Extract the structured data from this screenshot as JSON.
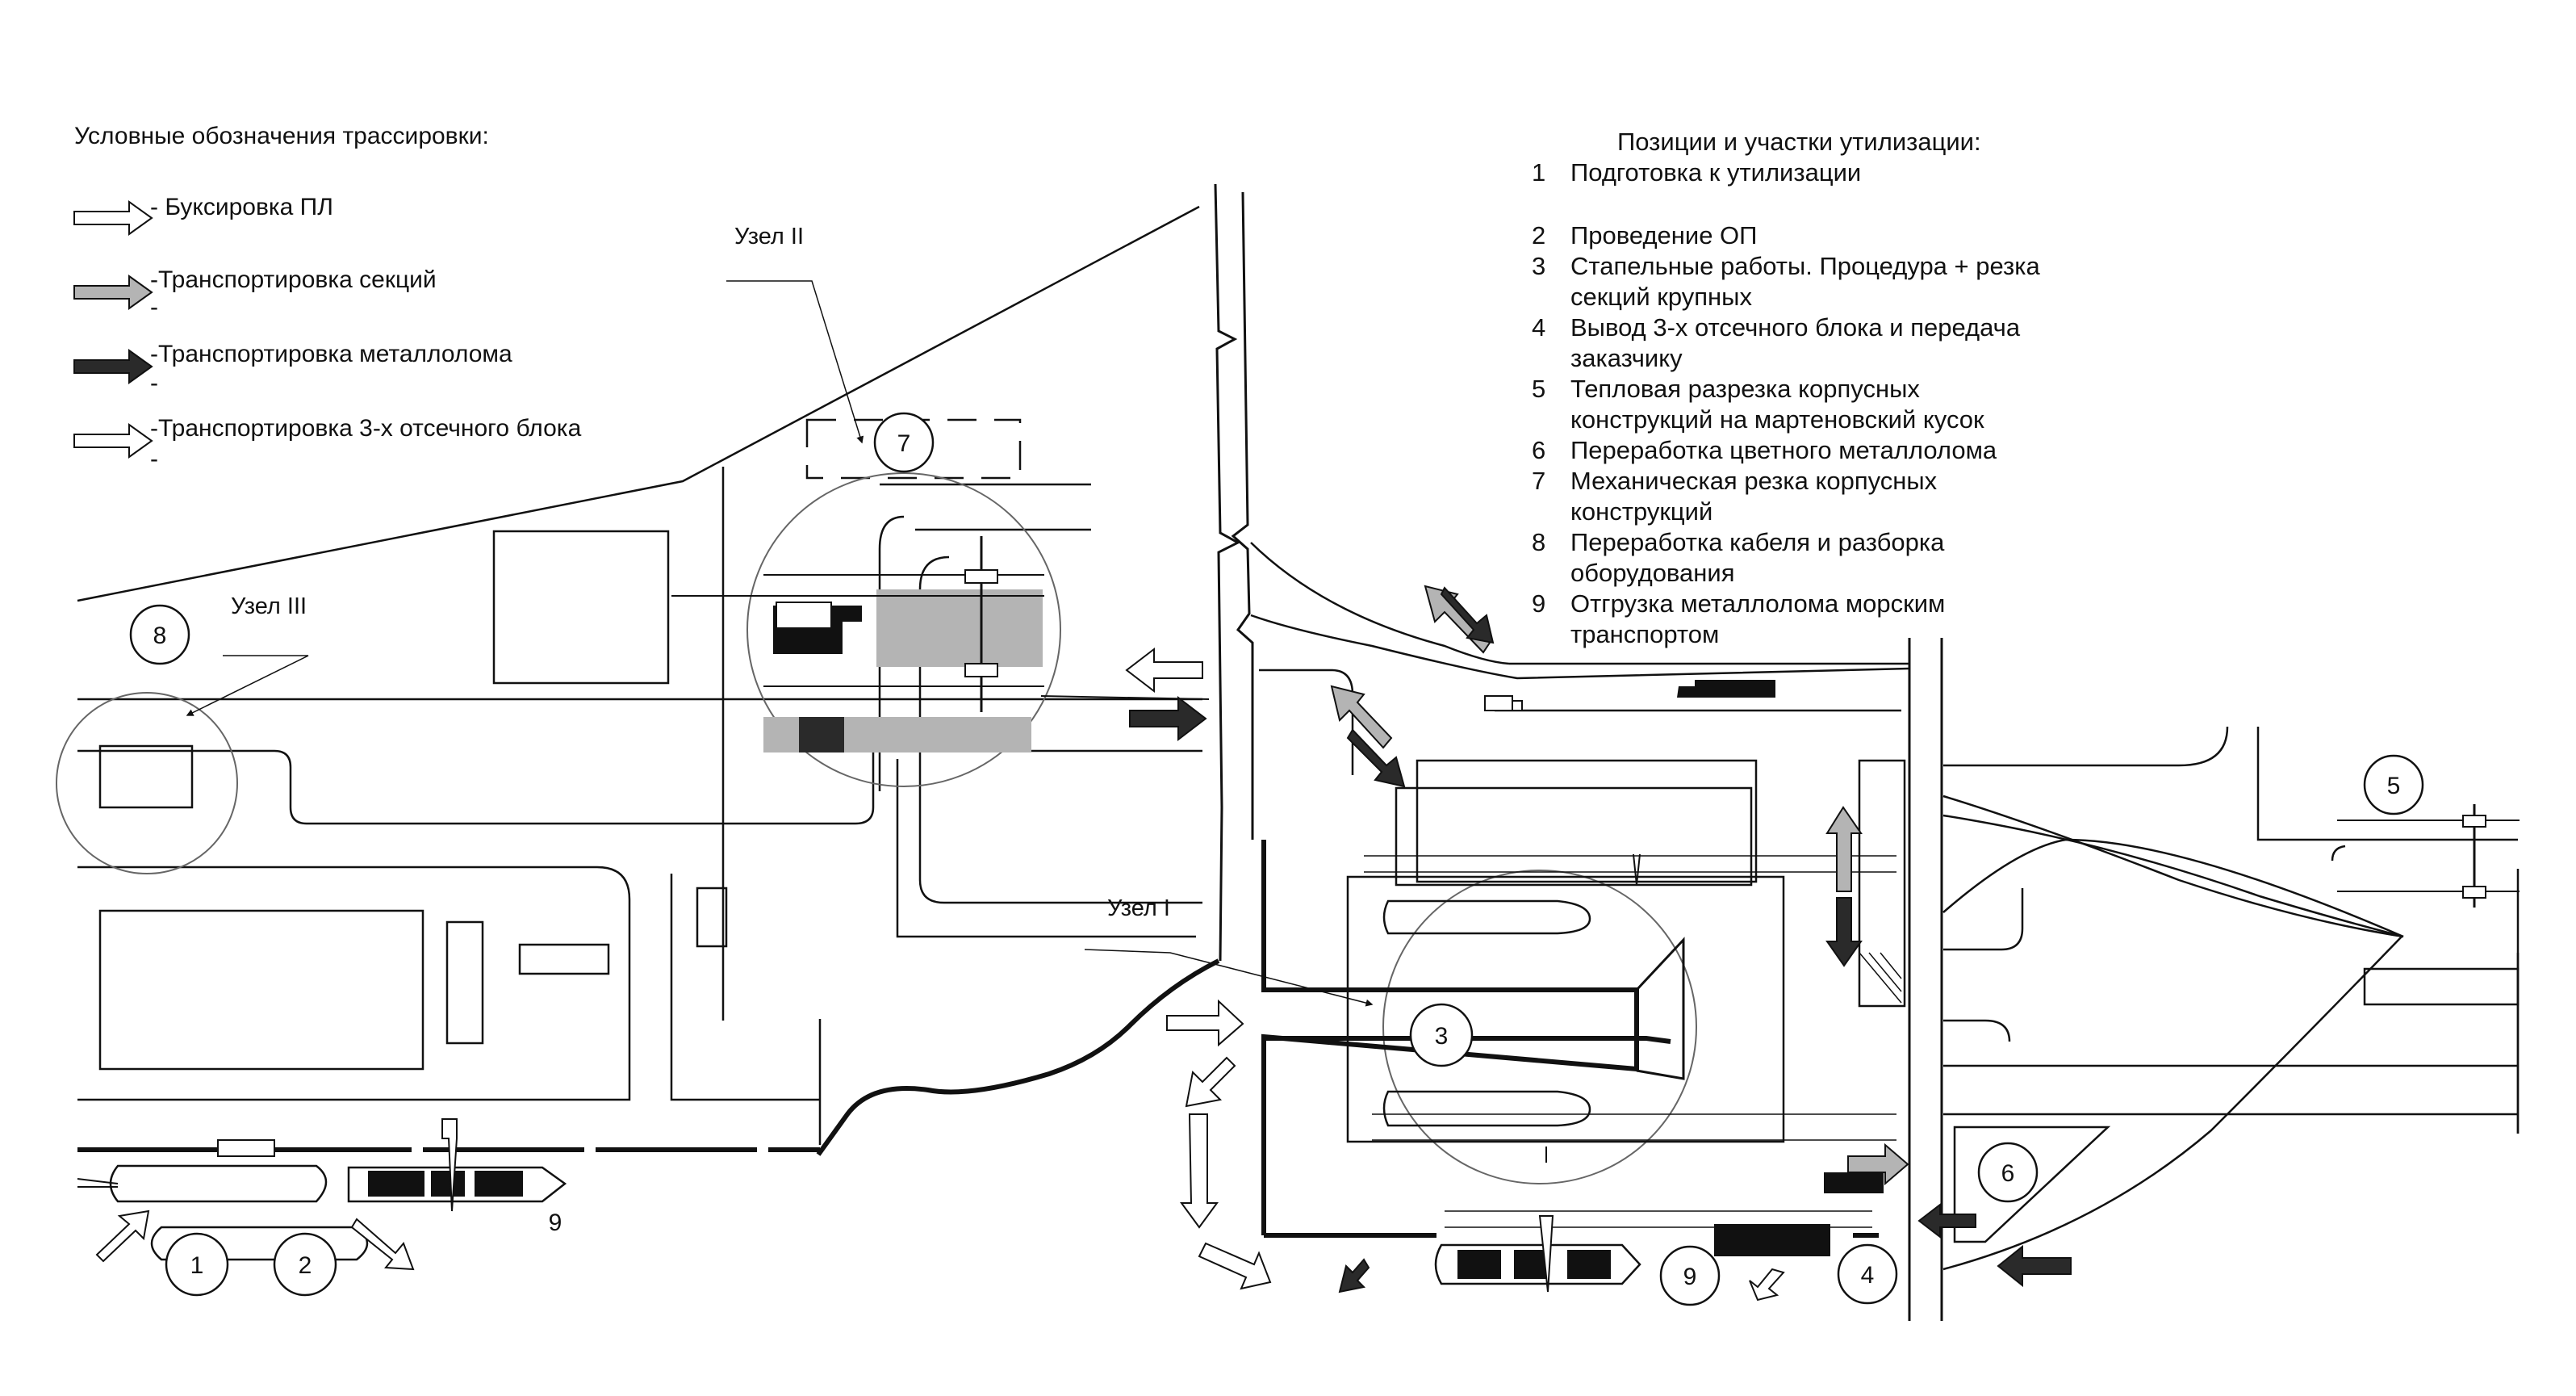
{
  "legend": {
    "title": "Условные обозначения трассировки:",
    "items": [
      {
        "label": "- Буксировка ПЛ",
        "fill": "#ffffff"
      },
      {
        "label": "-Транспортировка секций",
        "fill": "#b4b4b4"
      },
      {
        "label": "-Транспортировка металлолома",
        "fill": "#2a2a2a"
      },
      {
        "label": "-Транспортировка 3-х отсечного блока",
        "fill": "#ffffff"
      }
    ],
    "dash": "-"
  },
  "positions": {
    "title": "Позиции и участки утилизации:",
    "items": [
      {
        "num": "1",
        "lines": [
          "Подготовка к утилизации"
        ]
      },
      {
        "num": "2",
        "lines": [
          "Проведение ОП"
        ]
      },
      {
        "num": "3",
        "lines": [
          "Стапельные работы. Процедура + резка",
          "секций крупных"
        ]
      },
      {
        "num": "4",
        "lines": [
          "Вывод 3-х отсечного блока и передача",
          "заказчику"
        ]
      },
      {
        "num": "5",
        "lines": [
          "Тепловая разрезка корпусных",
          "конструкций на мартеновский кусок"
        ]
      },
      {
        "num": "6",
        "lines": [
          "Переработка цветного металлолома"
        ]
      },
      {
        "num": "7",
        "lines": [
          "Механическая резка корпусных",
          "конструкций"
        ]
      },
      {
        "num": "8",
        "lines": [
          "Переработка кабеля и разборка",
          "оборудования"
        ]
      },
      {
        "num": "9",
        "lines": [
          "Отгрузка металлолома морским",
          "транспортом"
        ]
      }
    ]
  },
  "nodes": {
    "node1": "Узел I",
    "node2": "Узел II",
    "node3": "Узел III"
  },
  "map_markers": {
    "m1": "1",
    "m2": "2",
    "m3": "3",
    "m4": "4",
    "m5": "5",
    "m6": "6",
    "m7": "7",
    "m8": "8",
    "m9a": "9",
    "m9b": "9"
  },
  "colors": {
    "ink": "#111111",
    "gray_section": "#b4b4b4",
    "dark_scrap": "#2a2a2a",
    "panel_gray": "#8c8c8c"
  }
}
